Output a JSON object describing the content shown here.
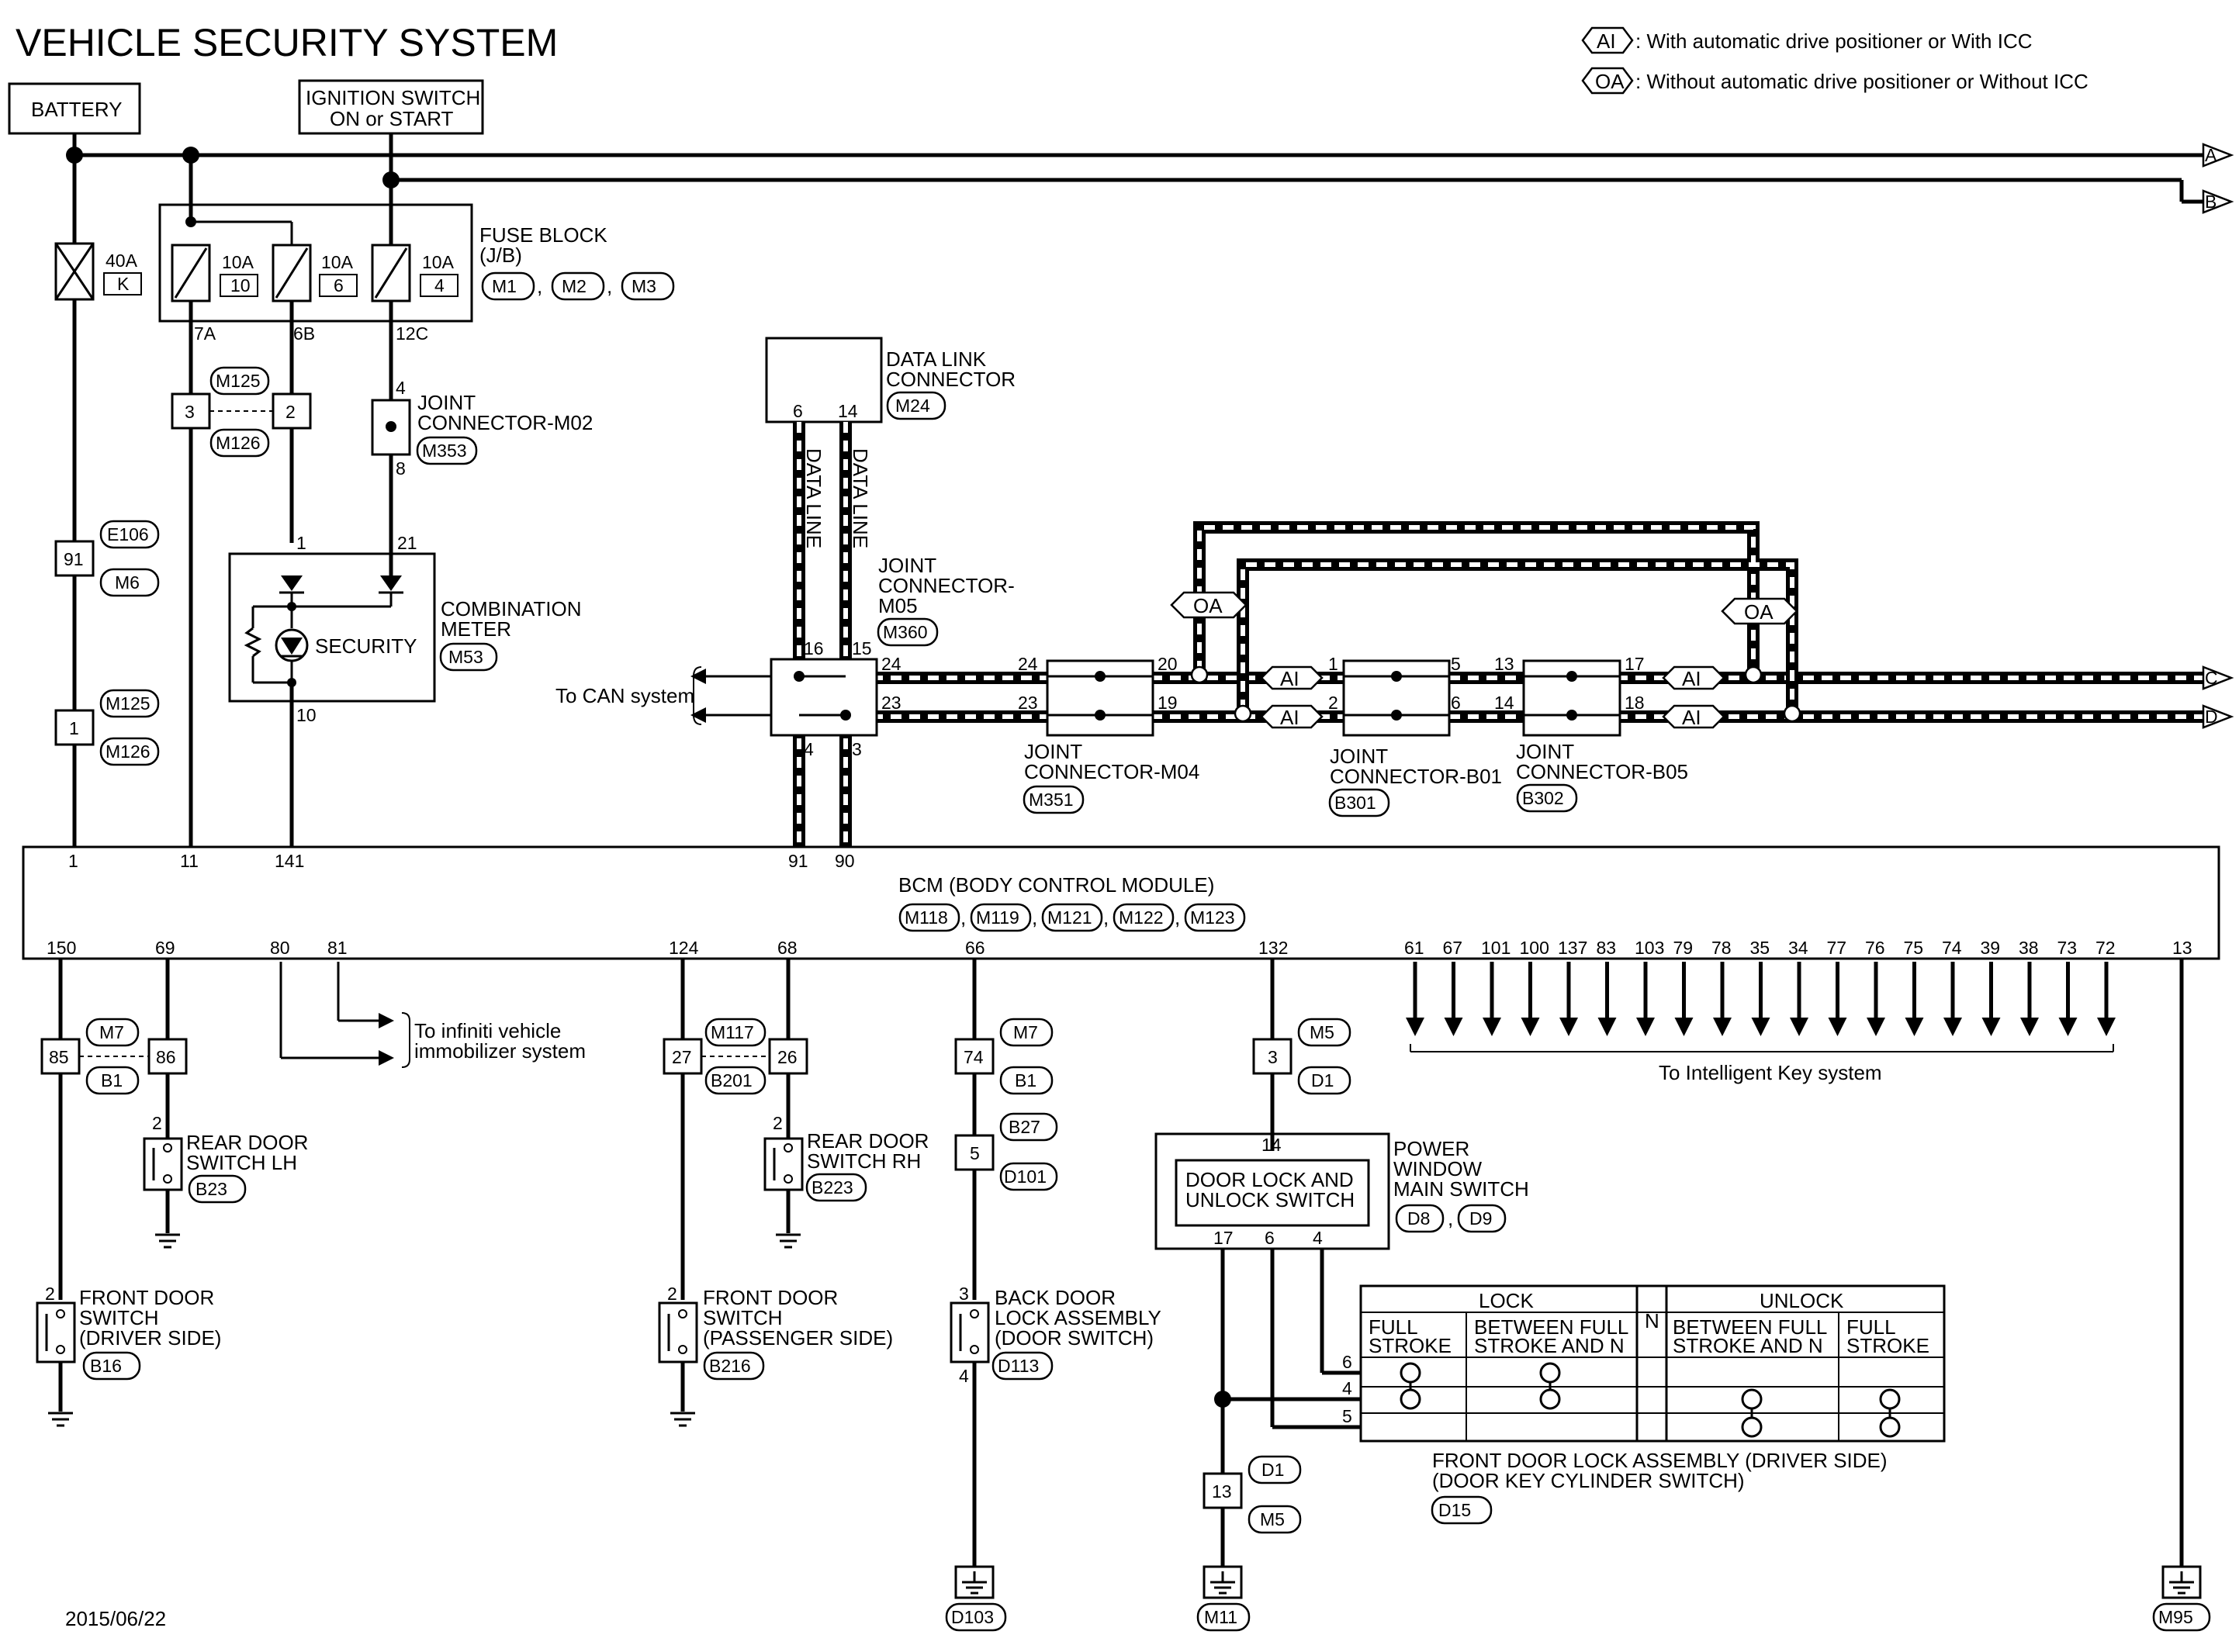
{
  "title": "VEHICLE SECURITY SYSTEM",
  "date": "2015/06/22",
  "legend": [
    {
      "code": "AI",
      "text": ": With automatic drive positioner or With ICC"
    },
    {
      "code": "OA",
      "text": ": Without automatic drive positioner or Without ICC"
    }
  ],
  "power": {
    "battery": "BATTERY",
    "ignition_line1": "IGNITION SWITCH",
    "ignition_line2": "ON or START"
  },
  "offpage": [
    "A",
    "B",
    "C",
    "D"
  ],
  "fuses": {
    "main": {
      "amps": "40A",
      "id": "K"
    },
    "block": [
      {
        "amps": "10A",
        "id": "10",
        "pin": "7A"
      },
      {
        "amps": "10A",
        "id": "6",
        "pin": "6B"
      },
      {
        "amps": "10A",
        "id": "4",
        "pin": "12C"
      }
    ],
    "block_label_1": "FUSE BLOCK",
    "block_label_2": "(J/B)",
    "block_connectors": [
      "M1",
      "M2",
      "M3"
    ]
  },
  "connectors": {
    "e106": "E106",
    "m6": "M6",
    "pin91": "91",
    "m125a": "M125",
    "m126a": "M126",
    "pin1": "1",
    "m125b": "M125",
    "m126b": "M126",
    "pin3": "3",
    "pin2": "2",
    "m353": "M353",
    "jc_m02_1": "JOINT",
    "jc_m02_2": "CONNECTOR-M02",
    "pin4": "4",
    "pin8": "8",
    "m7a": "M7",
    "b1a": "B1",
    "pin85": "85",
    "pin86": "86",
    "m117": "M117",
    "b201": "B201",
    "pin27": "27",
    "pin26": "26",
    "m7b": "M7",
    "b1b": "B1",
    "pin74": "74",
    "b27": "B27",
    "d101": "D101",
    "pin5": "5",
    "m5a": "M5",
    "d1a": "D1",
    "pin3b": "3",
    "d1b": "D1",
    "m5b": "M5",
    "pin13": "13"
  },
  "meter": {
    "label_1": "COMBINATION",
    "label_2": "METER",
    "conn": "M53",
    "security": "SECURITY",
    "pin1": "1",
    "pin21": "21",
    "pin10": "10"
  },
  "dlc": {
    "label_1": "DATA LINK",
    "label_2": "CONNECTOR",
    "conn": "M24",
    "pin6": "6",
    "pin14": "14",
    "line": "DATA LINE"
  },
  "jc_m05": {
    "label_1": "JOINT",
    "label_2": "CONNECTOR-",
    "label_3": "M05",
    "conn": "M360",
    "pins": [
      "16",
      "15",
      "24",
      "23",
      "4",
      "3"
    ],
    "can": "To CAN system"
  },
  "jc_m04": {
    "label_1": "JOINT",
    "label_2": "CONNECTOR-M04",
    "conn": "M351",
    "pins": [
      "24",
      "23",
      "20",
      "19"
    ]
  },
  "jc_b01": {
    "label_1": "JOINT",
    "label_2": "CONNECTOR-B01",
    "conn": "B301",
    "pins": [
      "1",
      "2",
      "5",
      "6"
    ]
  },
  "jc_b05": {
    "label_1": "JOINT",
    "label_2": "CONNECTOR-B05",
    "conn": "B302",
    "pins": [
      "13",
      "14",
      "17",
      "18"
    ]
  },
  "bcm": {
    "label": "BCM (BODY CONTROL MODULE)",
    "connectors": [
      "M118",
      "M119",
      "M121",
      "M122",
      "M123"
    ],
    "top_pins": [
      "1",
      "11",
      "141",
      "91",
      "90"
    ],
    "bottom_pins": [
      "150",
      "69",
      "80",
      "81",
      "124",
      "68",
      "66",
      "132",
      "13"
    ],
    "ikey_pins": [
      "61",
      "67",
      "101",
      "100",
      "137",
      "83",
      "103",
      "79",
      "78",
      "35",
      "34",
      "77",
      "76",
      "75",
      "74",
      "39",
      "38",
      "73",
      "72"
    ]
  },
  "immobilizer": {
    "line1": "To infiniti vehicle",
    "line2": "immobilizer system"
  },
  "ikey_label": "To Intelligent Key system",
  "switches": {
    "rear_lh": {
      "l1": "REAR DOOR",
      "l2": "SWITCH LH",
      "conn": "B23",
      "pin": "2"
    },
    "rear_rh": {
      "l1": "REAR DOOR",
      "l2": "SWITCH RH",
      "conn": "B223",
      "pin": "2"
    },
    "front_drv": {
      "l1": "FRONT DOOR",
      "l2": "SWITCH",
      "l3": "(DRIVER SIDE)",
      "conn": "B16",
      "pin": "2"
    },
    "front_pas": {
      "l1": "FRONT DOOR",
      "l2": "SWITCH",
      "l3": "(PASSENGER SIDE)",
      "conn": "B216",
      "pin": "2"
    },
    "back_door": {
      "l1": "BACK DOOR",
      "l2": "LOCK ASSEMBLY",
      "l3": "(DOOR SWITCH)",
      "conn": "D113",
      "pin3": "3",
      "pin4": "4"
    }
  },
  "pwms": {
    "inner_1": "DOOR LOCK AND",
    "inner_2": "UNLOCK SWITCH",
    "label_1": "POWER",
    "label_2": "WINDOW",
    "label_3": "MAIN SWITCH",
    "conn": [
      "D8",
      "D9"
    ],
    "pin14": "14",
    "pin17": "17",
    "pin6": "6",
    "pin4": "4"
  },
  "lock_table": {
    "lock": "LOCK",
    "unlock": "UNLOCK",
    "n": "N",
    "c1_1": "FULL",
    "c1_2": "STROKE",
    "c2_1": "BETWEEN FULL",
    "c2_2": "STROKE AND N",
    "c3_1": "BETWEEN FULL",
    "c3_2": "STROKE AND N",
    "c4_1": "FULL",
    "c4_2": "STROKE",
    "rows": [
      "6",
      "4",
      "5"
    ],
    "label_1": "FRONT DOOR LOCK ASSEMBLY (DRIVER SIDE)",
    "label_2": "(DOOR KEY CYLINDER SWITCH)",
    "conn": "D15"
  },
  "grounds": [
    "D103",
    "M11",
    "M95"
  ]
}
